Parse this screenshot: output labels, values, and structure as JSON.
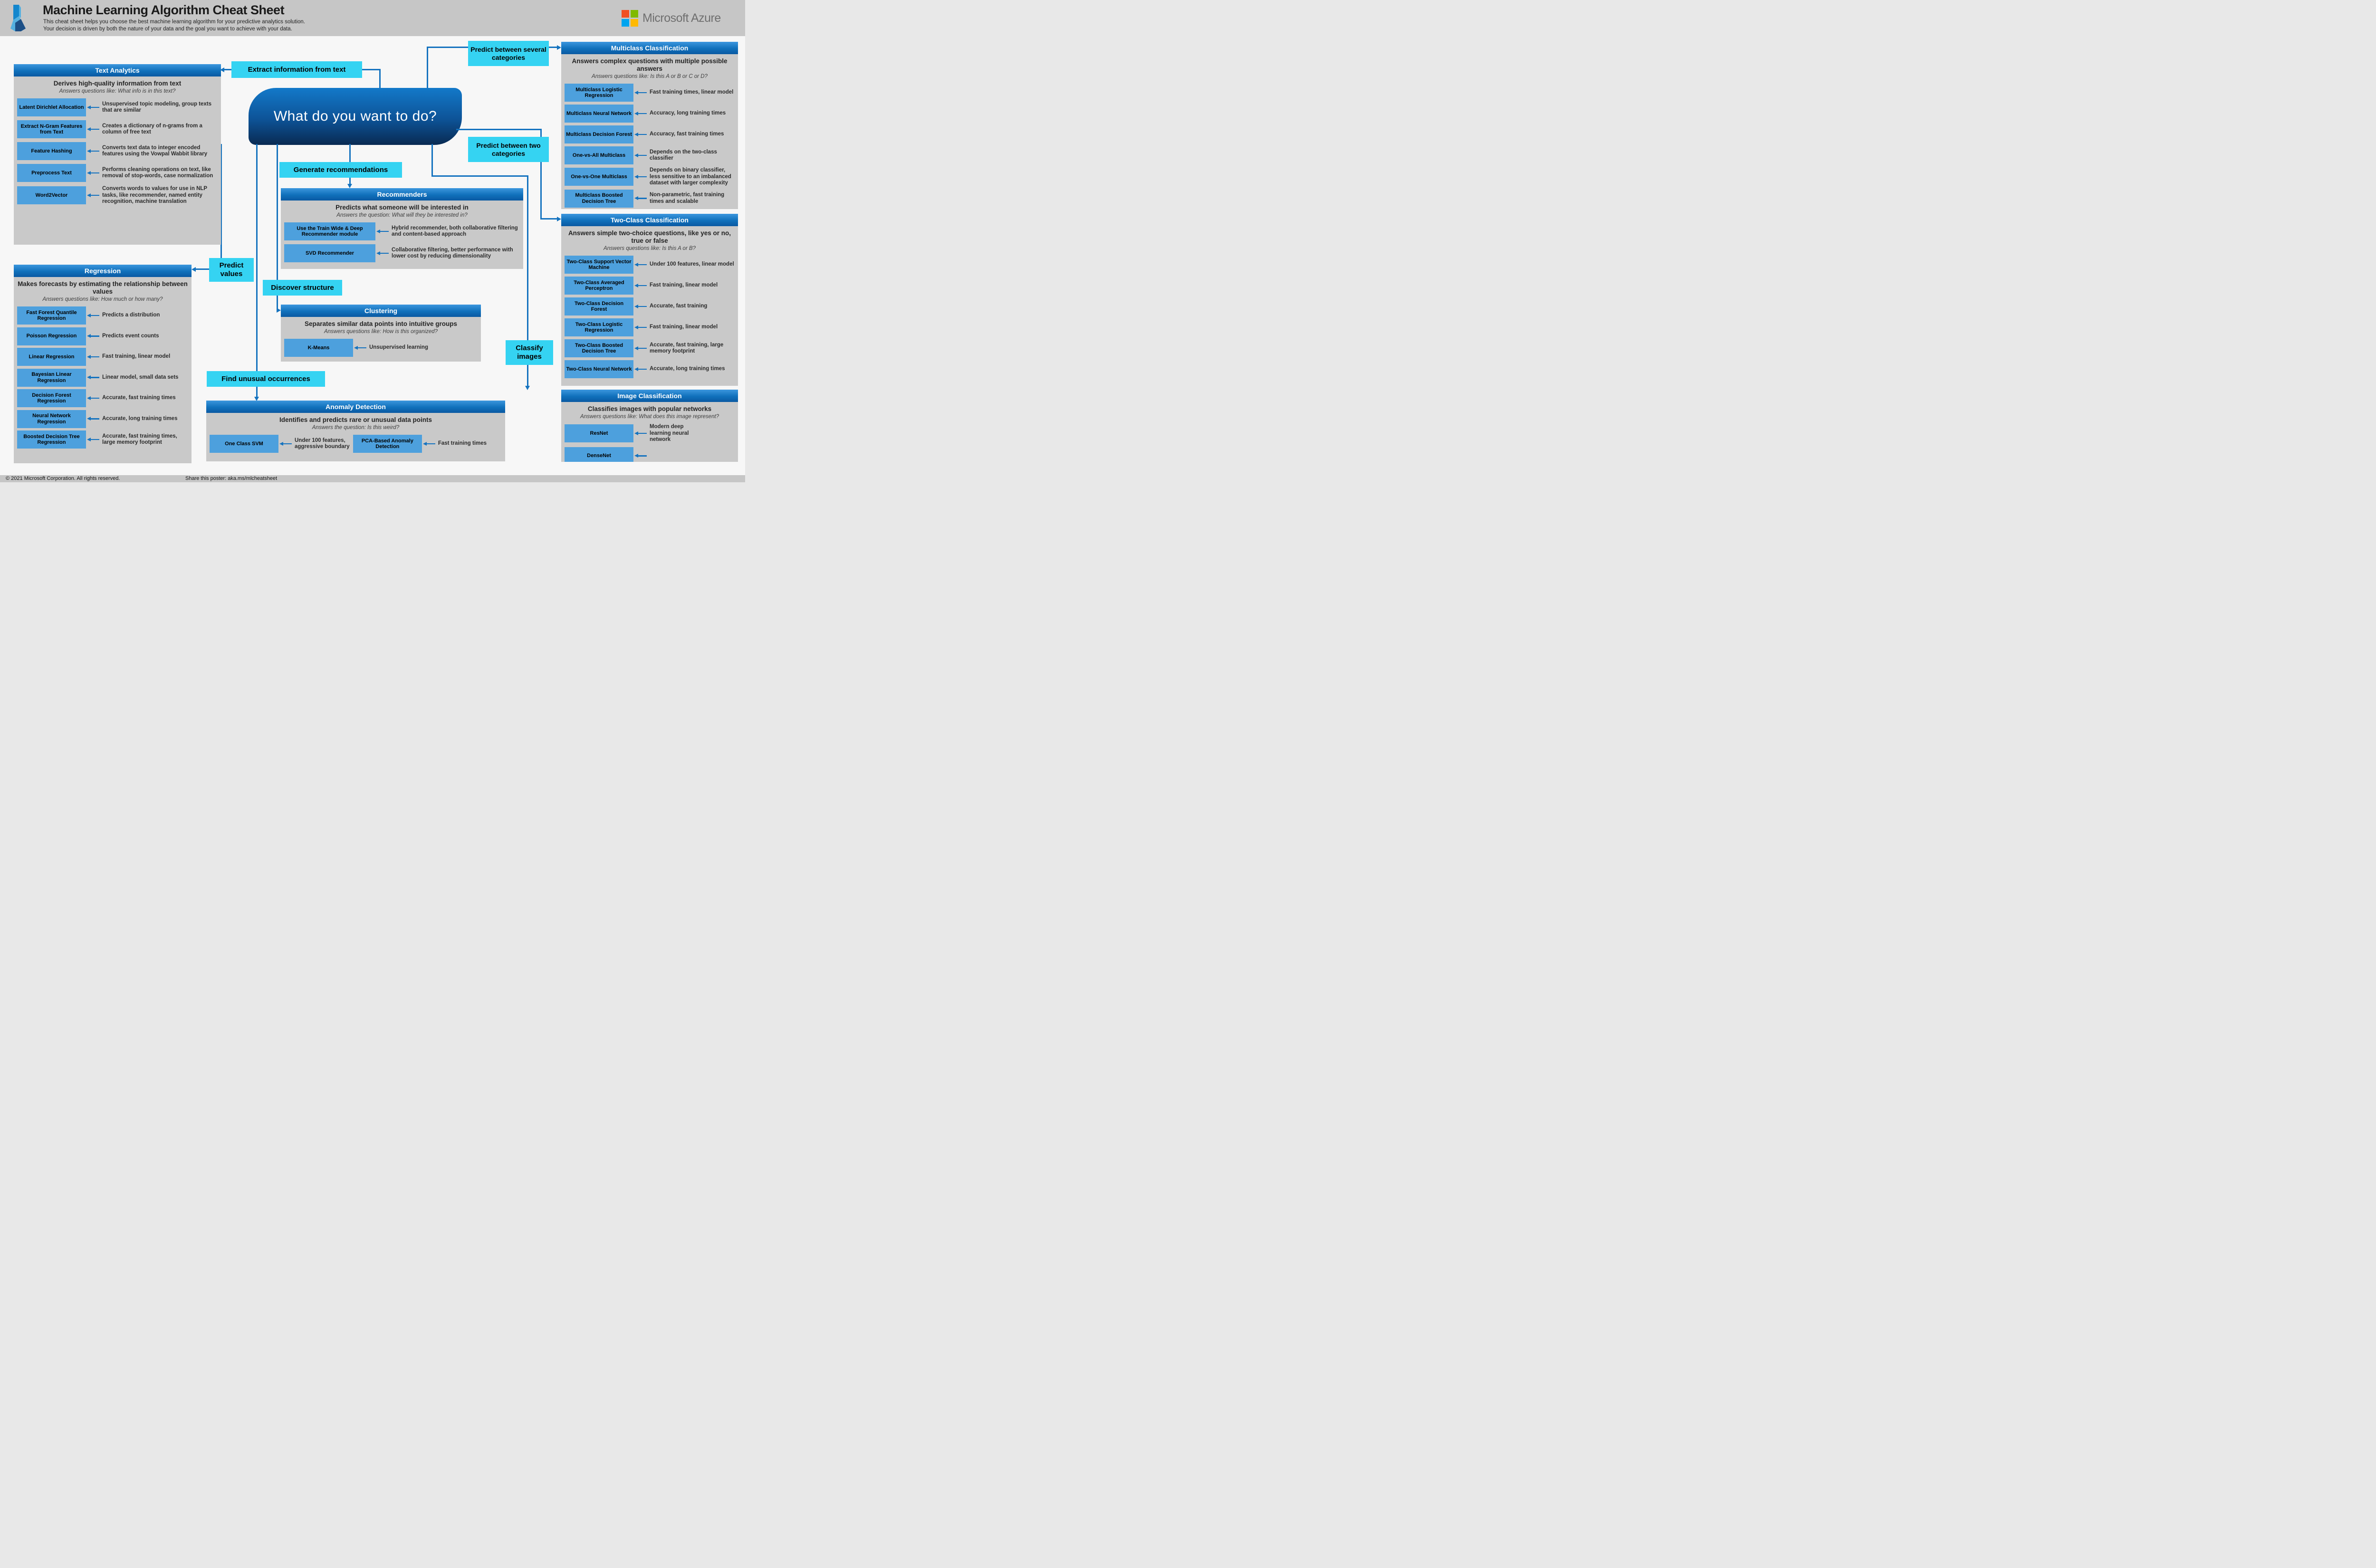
{
  "header": {
    "title": "Machine Learning Algorithm Cheat Sheet",
    "subtitle1": "This cheat sheet helps you choose the best machine learning algorithm for your predictive analytics solution.",
    "subtitle2": "Your decision is driven by both the nature of your data and the goal you want to achieve with your data.",
    "brand": "Microsoft Azure"
  },
  "footer": {
    "copyright": "© 2021 Microsoft Corporation. All rights reserved.",
    "share": "Share this poster: aka.ms/mlcheatsheet"
  },
  "center": {
    "question": "What do you want to do?"
  },
  "labels": {
    "extract": "Extract information from text",
    "several": "Predict between several categories",
    "two": "Predict between two categories",
    "generate": "Generate recommendations",
    "values": "Predict values",
    "discover": "Discover structure",
    "find": "Find unusual occurrences",
    "classify": "Classify images"
  },
  "colors": {
    "accent_cyan": "#35d3f2",
    "panel_header_blue": "#1070bb",
    "algo_button_blue": "#4da0dd",
    "connector_blue": "#1573bf",
    "center_gradient_start": "#1379c9",
    "center_gradient_end": "#092a52",
    "ms_logo_squares": [
      "#f25022",
      "#7fba00",
      "#00a4ef",
      "#ffb900"
    ]
  },
  "panels": {
    "text_analytics": {
      "title": "Text Analytics",
      "heading": "Derives high-quality information from text",
      "subtitle": "Answers questions like: What info is in this text?",
      "rows": [
        {
          "label": "Latent Dirichlet Allocation",
          "desc": "Unsupervised topic modeling, group texts that are similar"
        },
        {
          "label": "Extract N-Gram Features from Text",
          "desc": "Creates a dictionary of n-grams from a column of free text"
        },
        {
          "label": "Feature Hashing",
          "desc": "Converts text data to integer encoded features using the Vowpal Wabbit library"
        },
        {
          "label": "Preprocess Text",
          "desc": "Performs cleaning operations on text, like removal of stop-words, case normalization"
        },
        {
          "label": "Word2Vector",
          "desc": "Converts words to values for use in NLP tasks, like recommender, named entity recognition, machine translation"
        }
      ]
    },
    "regression": {
      "title": "Regression",
      "heading": "Makes forecasts by estimating the relationship between values",
      "subtitle": "Answers questions like: How much or how many?",
      "rows": [
        {
          "label": "Fast Forest Quantile Regression",
          "desc": "Predicts a distribution"
        },
        {
          "label": "Poisson Regression",
          "desc": "Predicts event counts"
        },
        {
          "label": "Linear Regression",
          "desc": "Fast training, linear model"
        },
        {
          "label": "Bayesian Linear Regression",
          "desc": "Linear model, small data sets"
        },
        {
          "label": "Decision Forest Regression",
          "desc": "Accurate, fast training times"
        },
        {
          "label": "Neural Network Regression",
          "desc": "Accurate, long training times"
        },
        {
          "label": "Boosted Decision Tree Regression",
          "desc": "Accurate, fast training times, large memory footprint"
        }
      ]
    },
    "recommenders": {
      "title": "Recommenders",
      "heading": "Predicts what someone will be interested in",
      "subtitle": "Answers the question: What will they be interested in?",
      "rows": [
        {
          "label": "Use the Train Wide & Deep Recommender module",
          "desc": "Hybrid recommender, both collaborative filtering and content-based approach"
        },
        {
          "label": "SVD Recommender",
          "desc": "Collaborative filtering, better performance with lower cost by reducing dimensionality"
        }
      ]
    },
    "clustering": {
      "title": "Clustering",
      "heading": "Separates similar data points into intuitive groups",
      "subtitle": "Answers questions like: How is this organized?",
      "rows": [
        {
          "label": "K-Means",
          "desc": "Unsupervised learning"
        }
      ]
    },
    "anomaly": {
      "title": "Anomaly Detection",
      "heading": "Identifies and predicts rare or unusual data points",
      "subtitle": "Answers the question: Is this weird?",
      "rows": [
        {
          "label": "One Class SVM",
          "desc": "Under 100 features, aggressive boundary"
        },
        {
          "label": "PCA-Based Anomaly Detection",
          "desc": "Fast training times"
        }
      ]
    },
    "multiclass": {
      "title": "Multiclass Classification",
      "heading": "Answers complex questions with multiple possible answers",
      "subtitle": "Answers questions like: Is this A or B or C or D?",
      "rows": [
        {
          "label": "Multiclass Logistic Regression",
          "desc": "Fast training times, linear model"
        },
        {
          "label": "Multiclass Neural Network",
          "desc": "Accuracy, long training times"
        },
        {
          "label": "Multiclass Decision Forest",
          "desc": "Accuracy, fast training times"
        },
        {
          "label": "One-vs-All Multiclass",
          "desc": "Depends on the two-class classifier"
        },
        {
          "label": "One-vs-One Multiclass",
          "desc": "Depends on binary classifier, less sensitive to an imbalanced dataset with larger complexity"
        },
        {
          "label": "Multiclass Boosted Decision Tree",
          "desc": "Non-parametric, fast training times and scalable"
        }
      ]
    },
    "twoclass": {
      "title": "Two-Class Classification",
      "heading": "Answers simple two-choice questions, like yes or no, true or false",
      "subtitle": "Answers questions like: Is this A or B?",
      "rows": [
        {
          "label": "Two-Class Support Vector Machine",
          "desc": "Under 100 features, linear model"
        },
        {
          "label": "Two-Class Averaged Perceptron",
          "desc": "Fast training, linear model"
        },
        {
          "label": "Two-Class Decision Forest",
          "desc": "Accurate, fast training"
        },
        {
          "label": "Two-Class Logistic Regression",
          "desc": "Fast training, linear model"
        },
        {
          "label": "Two-Class Boosted Decision Tree",
          "desc": "Accurate, fast training, large memory footprint"
        },
        {
          "label": "Two-Class Neural Network",
          "desc": "Accurate, long training times"
        }
      ]
    },
    "image": {
      "title": "Image Classification",
      "heading": "Classifies images with popular networks",
      "subtitle": "Answers questions like: What does this image represent?",
      "rows": [
        {
          "label": "ResNet",
          "desc": "Modern deep learning neural network"
        },
        {
          "label": "DenseNet",
          "desc": ""
        }
      ]
    }
  }
}
